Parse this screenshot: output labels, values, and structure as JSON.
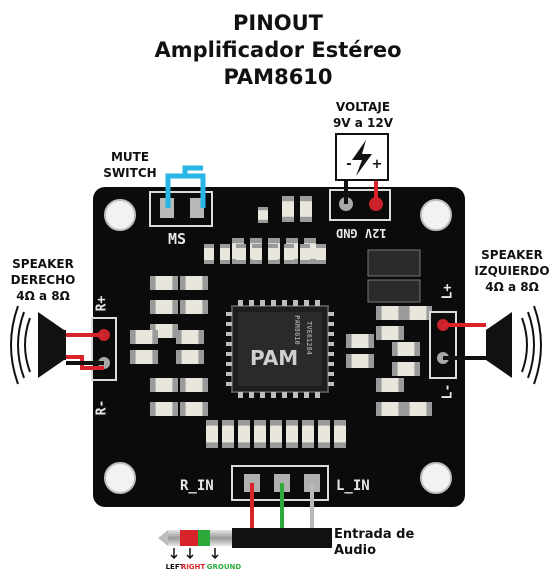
{
  "header": {
    "line1": "PINOUT",
    "line2": "Amplificador Estéreo",
    "line3": "PAM8610"
  },
  "labels": {
    "voltaje": "VOLTAJE",
    "voltaje_range": "9V a 12V",
    "mute_1": "MUTE",
    "mute_2": "SWITCH",
    "right_1": "SPEAKER",
    "right_2": "DERECHO",
    "right_3": "4Ω a 8Ω",
    "left_1": "SPEAKER",
    "left_2": "IZQUIERDO",
    "left_3": "4Ω a 8Ω",
    "audio_1": "Entrada de",
    "audio_2": "Audio",
    "jack_left": "LEFT",
    "jack_right": "RIGHT",
    "jack_ground": "GROUND",
    "power_minus": "-",
    "power_plus": "+"
  },
  "silkscreen": {
    "ms": "MS",
    "power": "12V GND",
    "r_plus": "R+",
    "r_minus": "R-",
    "l_plus": "L+",
    "l_minus": "L-",
    "r_in": "R_IN",
    "l_in": "L_IN",
    "chip": "PAM8610",
    "chip_code": "TVE61284"
  },
  "colors": {
    "board": "#0b0b0b",
    "red_wire": "#d8232a",
    "green_wire": "#2eaa3a",
    "gray_wire": "#b9b9b9",
    "mute_wire": "#29b6e6",
    "smd_body": "#e9e6dd",
    "smd_pad": "#9a9a9a"
  }
}
